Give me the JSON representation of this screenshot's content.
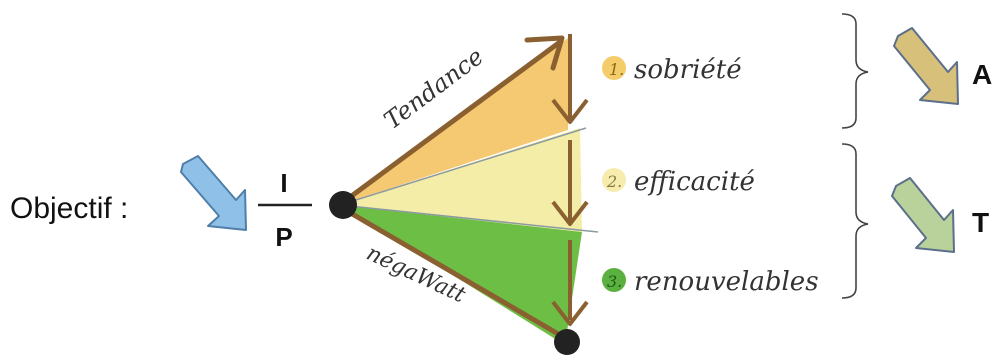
{
  "objective": {
    "label": "Objectif :",
    "numerator": "I",
    "denominator": "P"
  },
  "curves": {
    "trend_label": "Tendance",
    "negawatt_label": "négaWatt"
  },
  "steps": [
    {
      "number": "1.",
      "label": "sobriété",
      "color": "#f5cc6a"
    },
    {
      "number": "2.",
      "label": "efficacité",
      "color": "#f5ecae"
    },
    {
      "number": "3.",
      "label": "renouvelables",
      "color": "#5ab13f"
    }
  ],
  "groups": [
    {
      "letter": "A"
    },
    {
      "letter": "T"
    }
  ],
  "colors": {
    "arrow_brown": "#8a6030",
    "zone_sobriety": "#f5c872",
    "zone_efficiency": "#f4eda8",
    "zone_renewable": "#6dbe45",
    "blue_arrow": "#8fc0e8",
    "tan_arrow": "#d6c07a",
    "sage_arrow": "#b9d29b",
    "bracket": "#444444"
  }
}
